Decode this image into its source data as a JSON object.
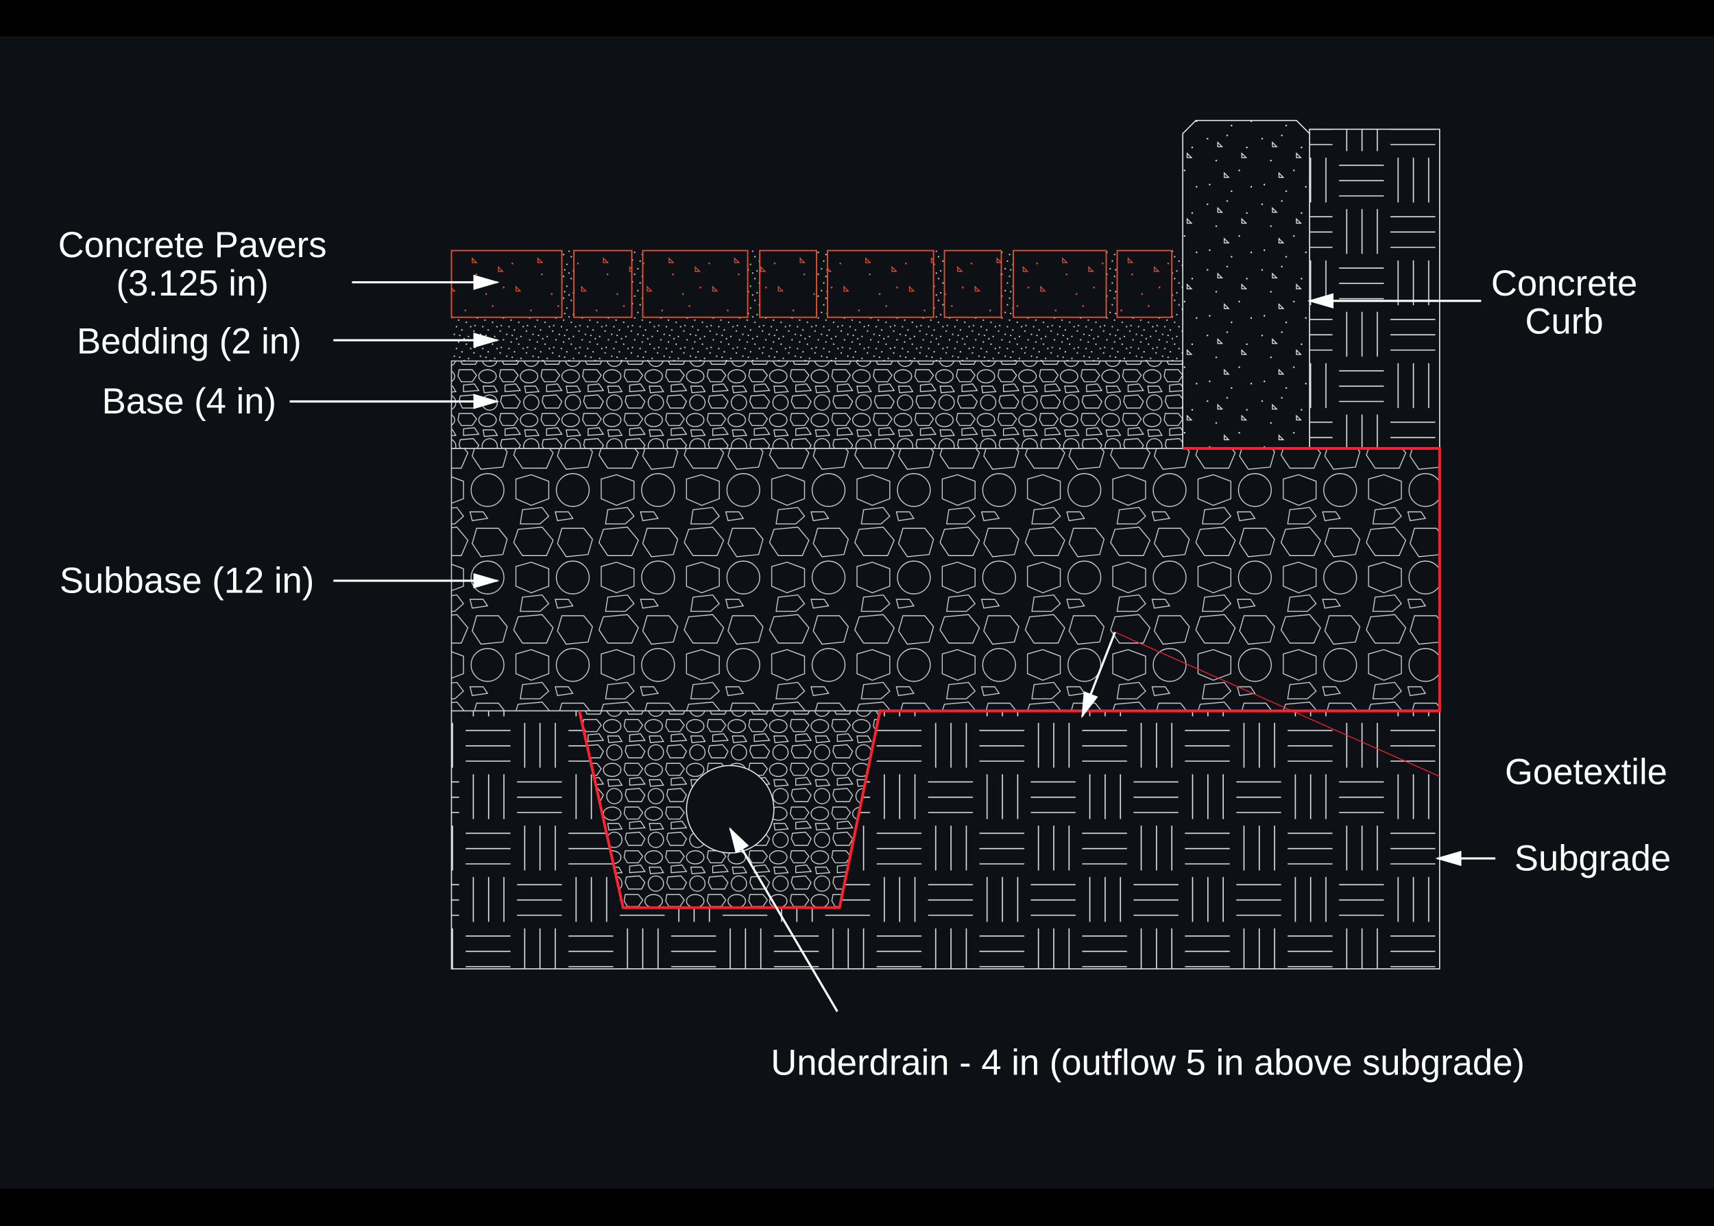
{
  "labels": {
    "pavers_line1": "Concrete Pavers",
    "pavers_line2": "(3.125 in)",
    "bedding": "Bedding (2 in)",
    "base": "Base (4 in)",
    "subbase": "Subbase (12 in)",
    "curb_line1": "Concrete",
    "curb_line2": "Curb",
    "geotextile": "Goetextile",
    "subgrade": "Subgrade",
    "underdrain": "Underdrain - 4 in (outflow 5 in above subgrade)"
  },
  "colors": {
    "background": "#0d1015",
    "frame_bar": "#000000",
    "line": "#e6e6e6",
    "paver_outline": "#e2512f",
    "geotextile": "#ff2030"
  }
}
